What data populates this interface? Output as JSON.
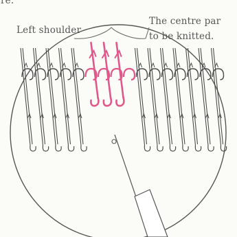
{
  "top_fragment": "re.",
  "labels": {
    "left_shoulder": "Left shoulder",
    "centre_line1": "The centre par",
    "centre_line2": "to be knitted."
  },
  "colors": {
    "ink": "#4a4a4a",
    "highlight": "#e0578a",
    "circle": "#555555"
  }
}
